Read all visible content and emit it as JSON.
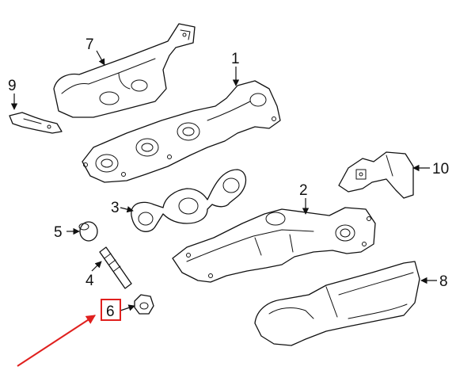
{
  "callouts": {
    "c1": "1",
    "c2": "2",
    "c3": "3",
    "c4": "4",
    "c5": "5",
    "c6": "6",
    "c7": "7",
    "c8": "8",
    "c9": "9",
    "c10": "10"
  },
  "highlight": {
    "target": "6",
    "color": "#e0201e"
  }
}
